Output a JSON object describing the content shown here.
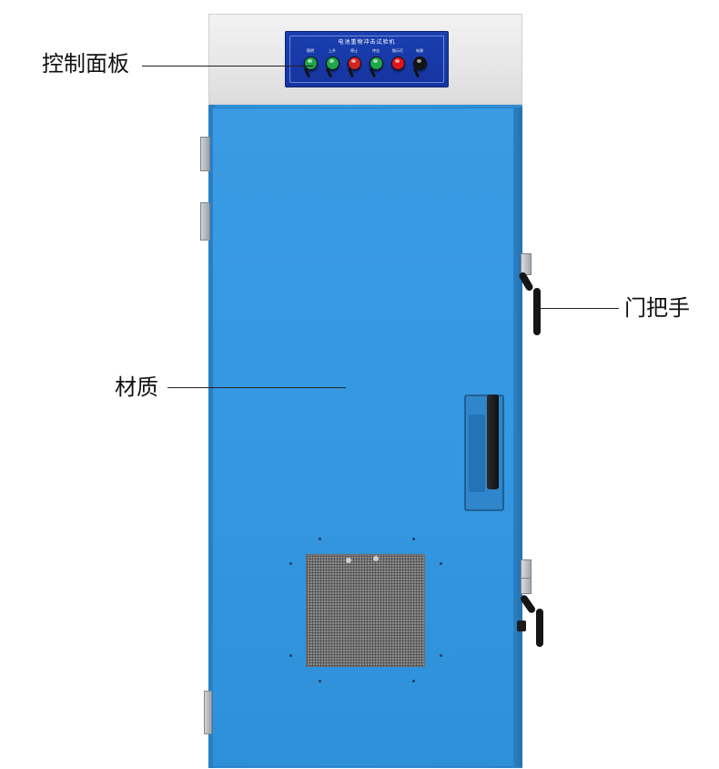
{
  "callouts": {
    "control_panel": "控制面板",
    "material": "材质",
    "door_handle": "门把手"
  },
  "panel": {
    "title": "电池重物冲击试验机",
    "buttons": [
      {
        "label": "照明",
        "color": "#1fa64a"
      },
      {
        "label": "上升",
        "color": "#1fa64a"
      },
      {
        "label": "停止",
        "color": "#d32222"
      },
      {
        "label": "冲击",
        "color": "#1fa64a"
      },
      {
        "label": "指示灯",
        "color": "#e0141b"
      },
      {
        "label": "电源",
        "color": "#141414"
      }
    ]
  },
  "colors": {
    "cabinet_blue": "#3497e0",
    "panel_blue": "#1a3fb0",
    "top_grey": "#e6e6e6"
  }
}
